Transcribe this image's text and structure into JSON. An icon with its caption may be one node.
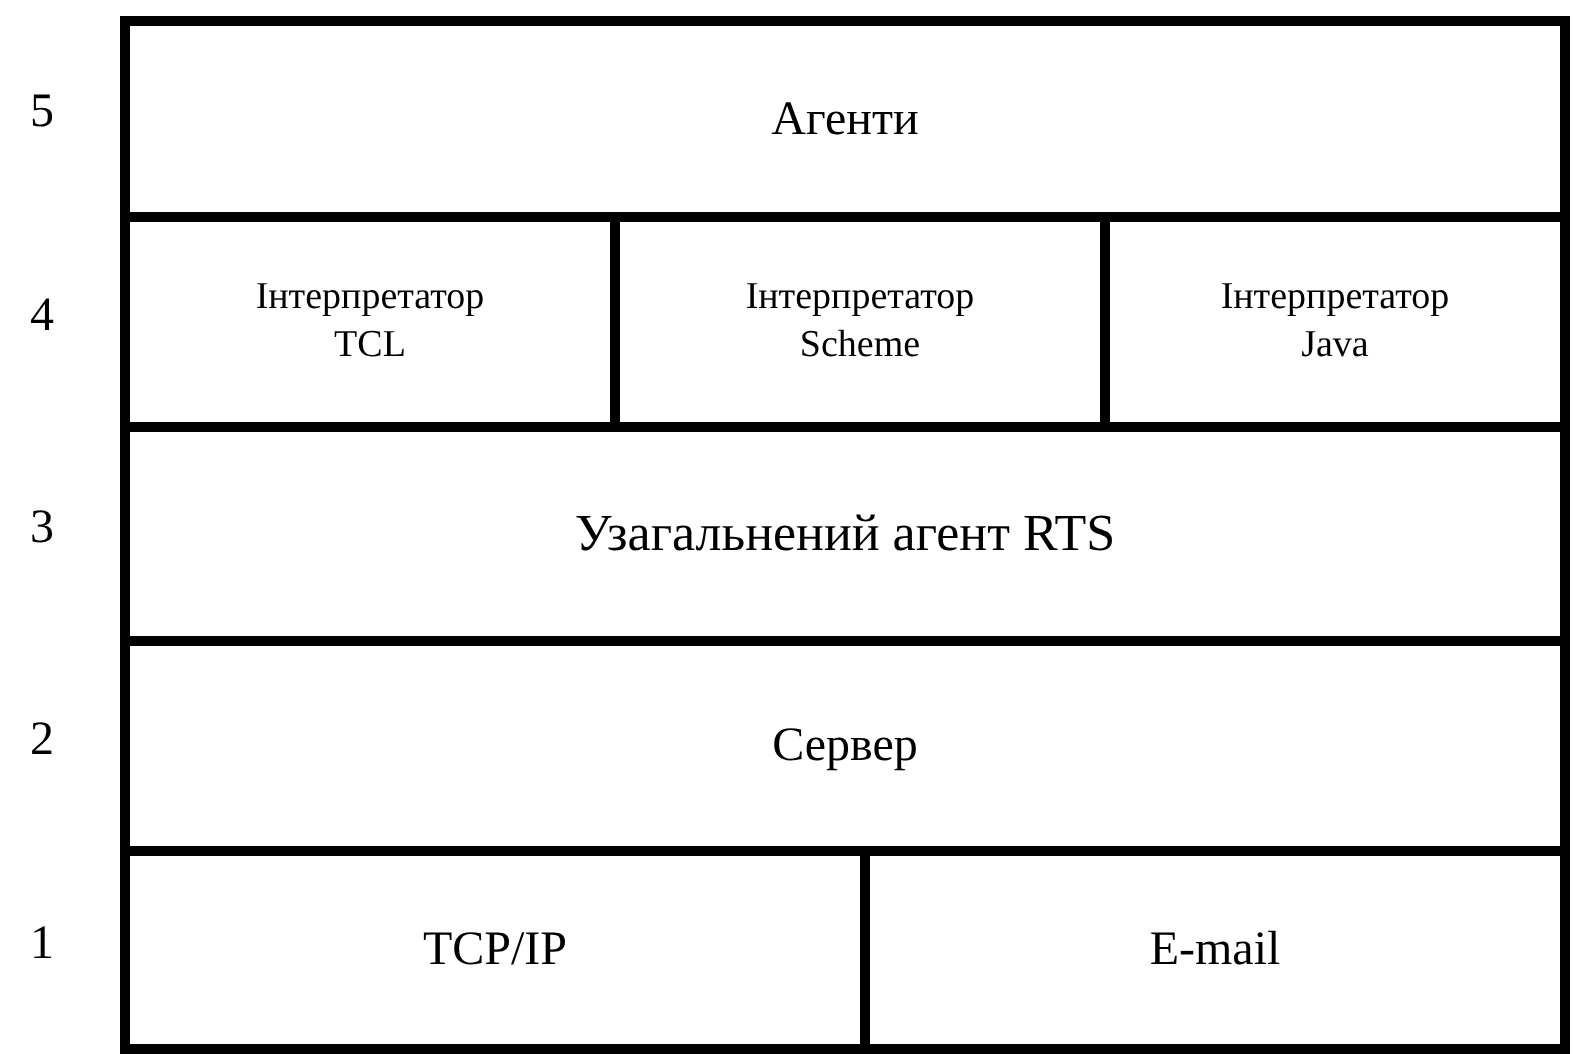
{
  "diagram": {
    "nodes": [
      {
        "text": [
          "Агенти"
        ]
      },
      {
        "text": [
          "Інтерпретатор TCL"
        ]
      },
      {
        "text": [
          "Інтерпретатор Scheme"
        ]
      },
      {
        "text": [
          "Інтерпретатор Java"
        ]
      },
      {
        "text": [
          "Узагальнений агент RTS"
        ]
      },
      {
        "text": [
          "Сервер"
        ]
      },
      {
        "text": [
          "TCP/IP"
        ]
      },
      {
        "text": [
          "E-mail"
        ]
      }
    ],
    "labels": [
      "5",
      "4",
      "3",
      "2",
      "1"
    ]
  }
}
